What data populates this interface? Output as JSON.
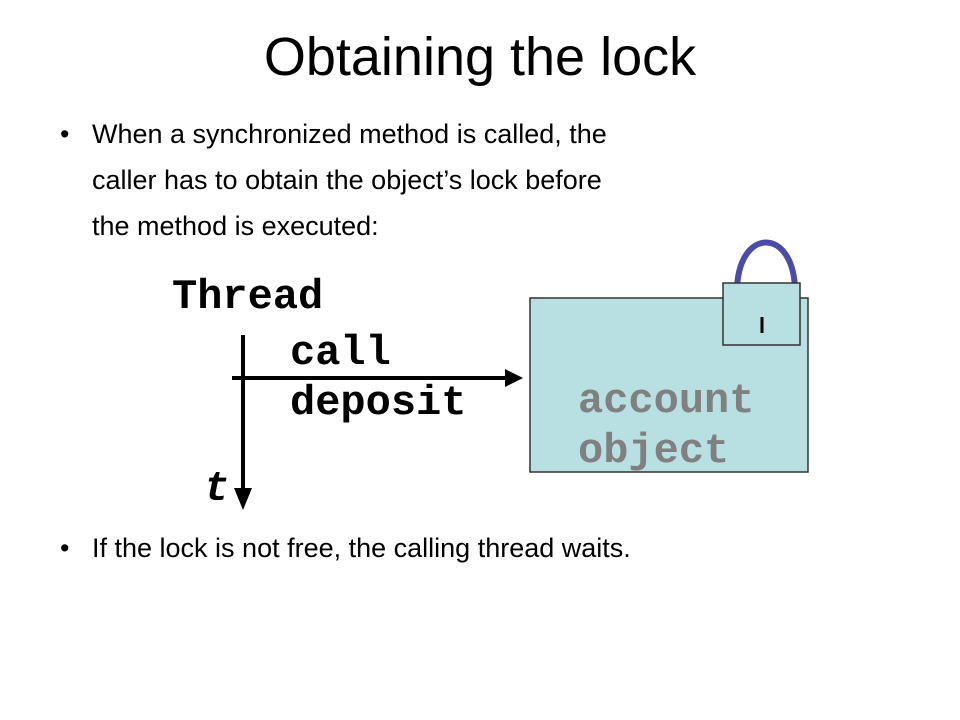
{
  "slide": {
    "title": "Obtaining the lock",
    "bullets": [
      {
        "lines": [
          "When a synchronized method is called, the",
          "caller has to obtain the object’s lock before",
          "the method is executed:"
        ]
      },
      {
        "lines": [
          "If the lock is not free, the calling thread waits."
        ]
      }
    ],
    "bullet_glyph": "•"
  },
  "diagram": {
    "thread_label": "Thread",
    "call_label": "call",
    "method_label": "deposit",
    "time_label": "t",
    "object_label_line1": "account",
    "object_label_line2": "object",
    "icons": [
      "padlock-icon",
      "down-arrow",
      "right-arrow"
    ],
    "colors": {
      "object_fill": "#b8dfe2",
      "object_text": "#808080",
      "shackle": "#4a4ca8",
      "arrows": "#000000"
    }
  }
}
